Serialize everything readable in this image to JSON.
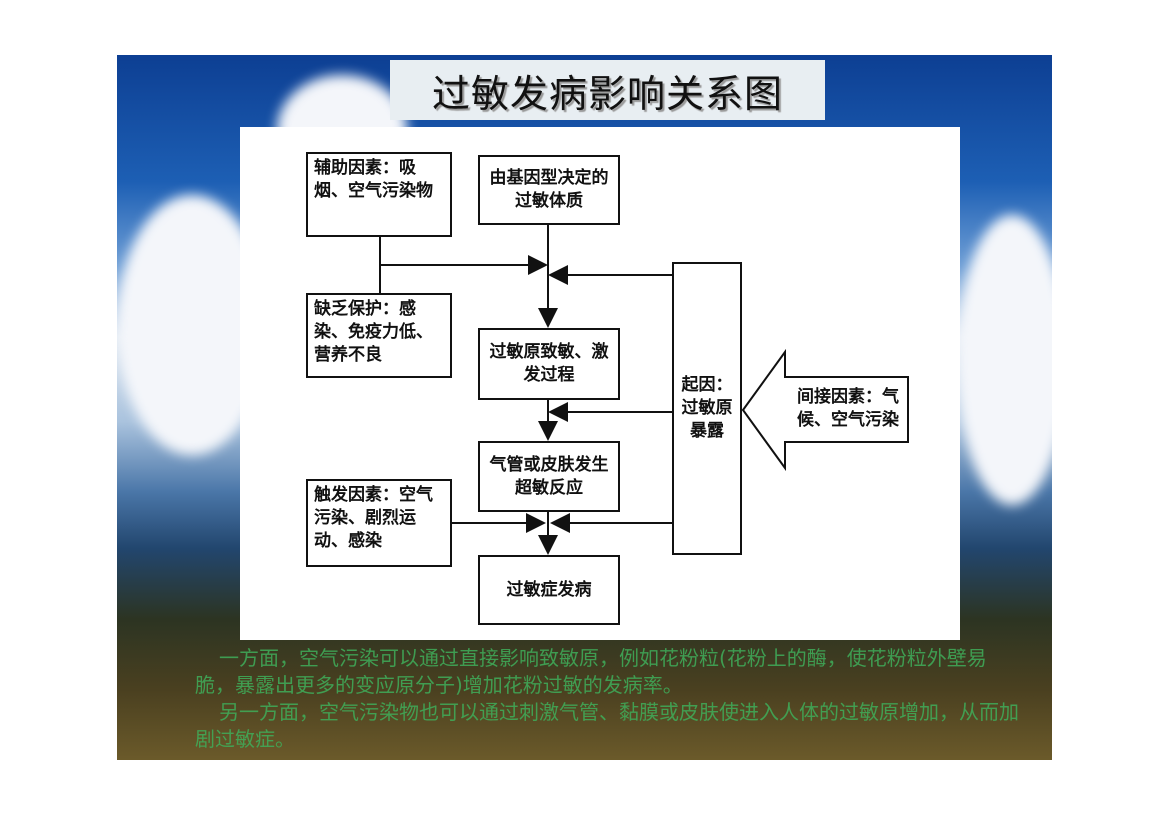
{
  "title": "过敏发病影响关系图",
  "boxes": {
    "auxiliary": "辅助因素：吸烟、空气污染物",
    "genotype": "由基因型决定的过敏体质",
    "lack_protection": "缺乏保护：感染、免疫力低、营养不良",
    "sensitization": "过敏原致敏、激发过程",
    "cause": "起因：过敏原暴露",
    "indirect": "间接因素：气候、空气污染",
    "reaction": "气管或皮肤发生超敏反应",
    "trigger": "触发因素：空气污染、剧烈运动、感染",
    "onset": "过敏症发病"
  },
  "paragraphs": [
    "一方面，空气污染可以通过直接影响致敏原，例如花粉粒(花粉上的酶，使花粉粒外壁易脆，暴露出更多的变应原分子)增加花粉过敏的发病率。",
    "另一方面，空气污染物也可以通过刺激气管、黏膜或皮肤使进入人体的过敏原增加，从而加剧过敏症。"
  ]
}
